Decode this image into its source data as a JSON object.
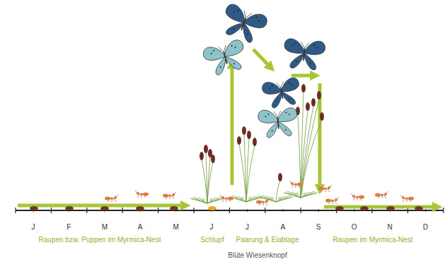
{
  "diagram": {
    "labels": [
      "J",
      "F",
      "M",
      "A",
      "M",
      "J",
      "J",
      "A",
      "S",
      "O",
      "N",
      "D",
      "Raupen bzw. Puppen im Myrmica-Nest",
      "Schlupf",
      "Paarung & Eiablage",
      "Raupen im Myrmica-Nest",
      "Blüte Wiesenknopf"
    ]
  }
}
